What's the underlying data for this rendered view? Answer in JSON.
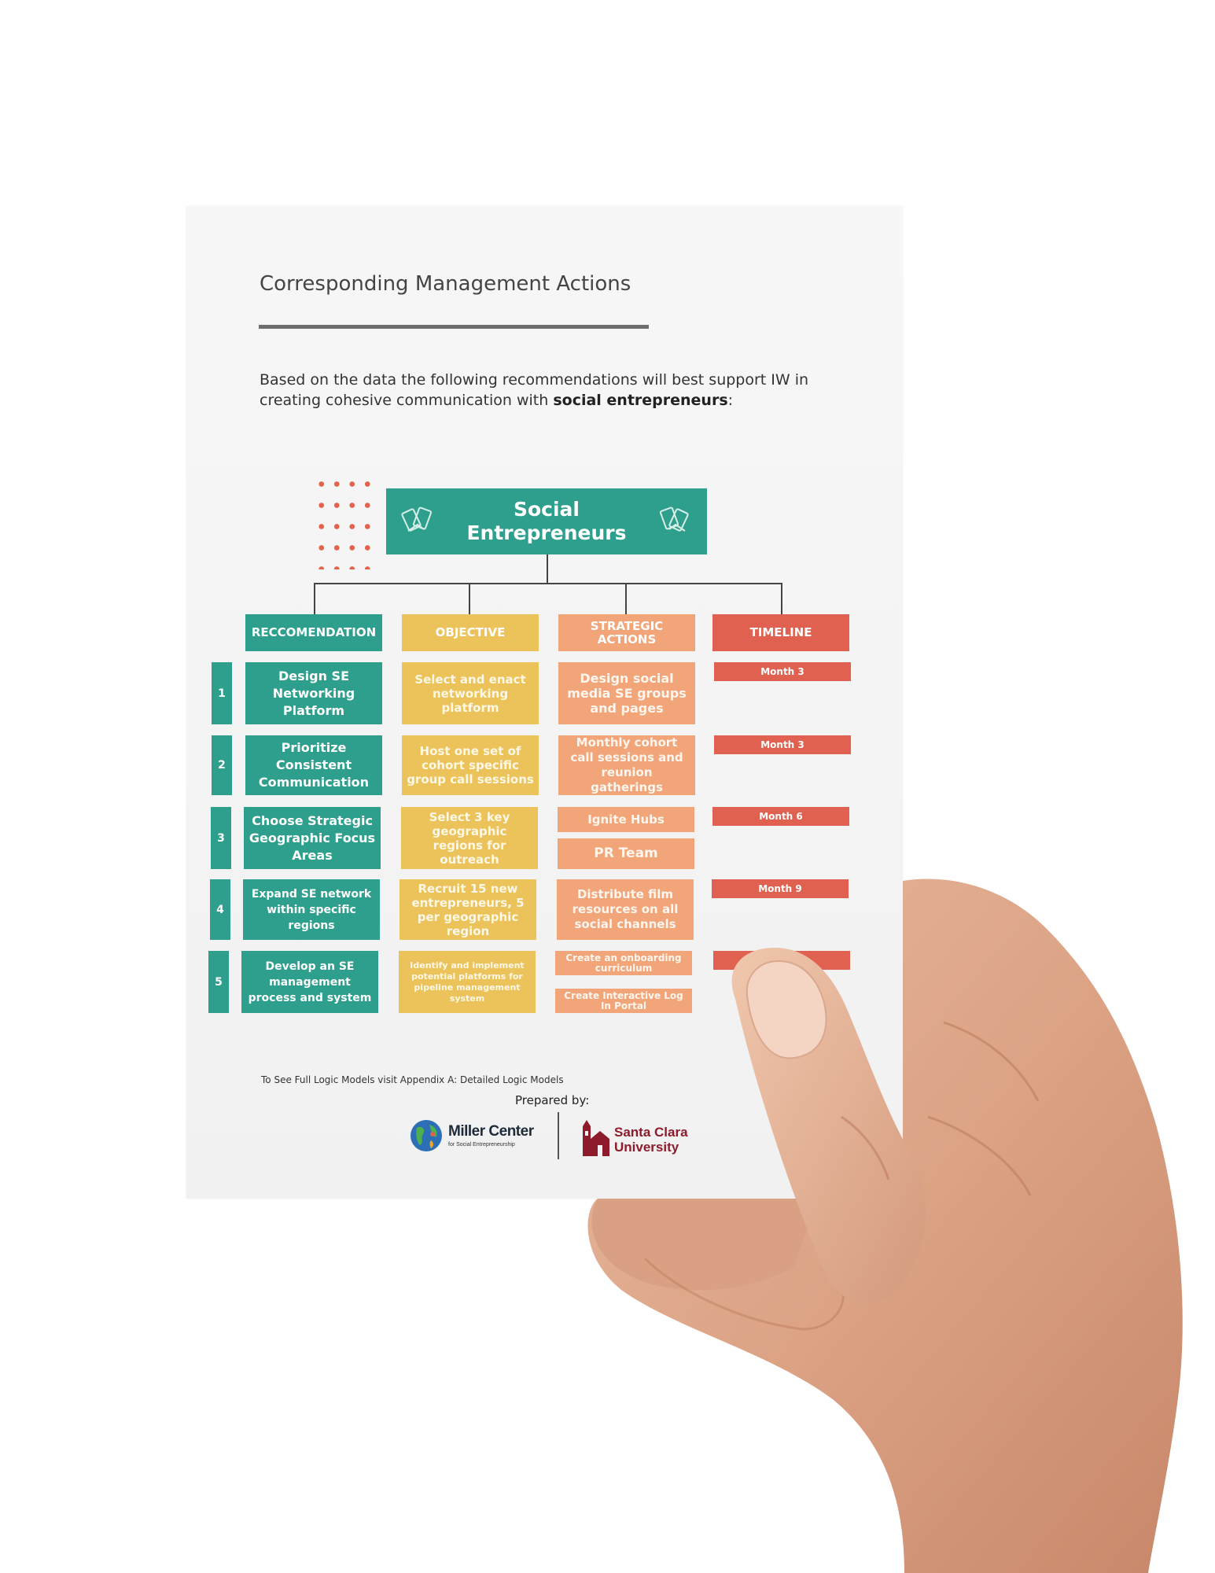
{
  "heading": "Corresponding Management Actions",
  "intro": {
    "text_before": "Based on the data the following recommendations will best support IW in creating cohesive communication with ",
    "bold": "social entrepreneurs",
    "text_after": ":"
  },
  "root": {
    "line1": "Social",
    "line2": "Entrepreneurs"
  },
  "headers": {
    "recommendation": "RECCOMENDATION",
    "objective": "OBJECTIVE",
    "strategic_line1": "STRATEGIC",
    "strategic_line2": "ACTIONS",
    "timeline": "TIMELINE"
  },
  "rows": [
    {
      "num": "1",
      "rec": "Design SE Networking Platform",
      "obj": "Select and enact networking platform",
      "actions": [
        "Design social media SE groups and pages"
      ],
      "timeline": "Month 3"
    },
    {
      "num": "2",
      "rec": "Prioritize Consistent Communication",
      "obj": "Host one set of cohort specific group call sessions",
      "actions": [
        "Monthly cohort call sessions and reunion gatherings"
      ],
      "timeline": "Month 3"
    },
    {
      "num": "3",
      "rec": "Choose Strategic Geographic Focus Areas",
      "obj": "Select 3 key geographic regions for outreach",
      "actions": [
        "Ignite Hubs",
        "PR Team"
      ],
      "timeline": "Month 6"
    },
    {
      "num": "4",
      "rec": "Expand SE network within specific regions",
      "obj": "Recruit 15 new entrepreneurs, 5 per geographic region",
      "actions": [
        "Distribute film resources on all social channels"
      ],
      "timeline": "Month 9"
    },
    {
      "num": "5",
      "rec": "Develop an SE management process and system",
      "obj": "Identify and implement potential platforms for pipeline management system",
      "actions": [
        "Create an onboarding curriculum",
        "Create Interactive Log In Portal"
      ],
      "timeline": ""
    }
  ],
  "footnote": "To See Full Logic Models visit  Appendix A: Detailed Logic Models",
  "prepared_by": "Prepared by:",
  "logos": {
    "miller_line1": "Miller Center",
    "miller_line2": "for Social Entrepreneurship",
    "scu_line1": "Santa Clara",
    "scu_line2": "University"
  },
  "colors": {
    "teal": "#2e9f8c",
    "yellow": "#ecc35a",
    "peach": "#f2a578",
    "red": "#e0614f"
  }
}
